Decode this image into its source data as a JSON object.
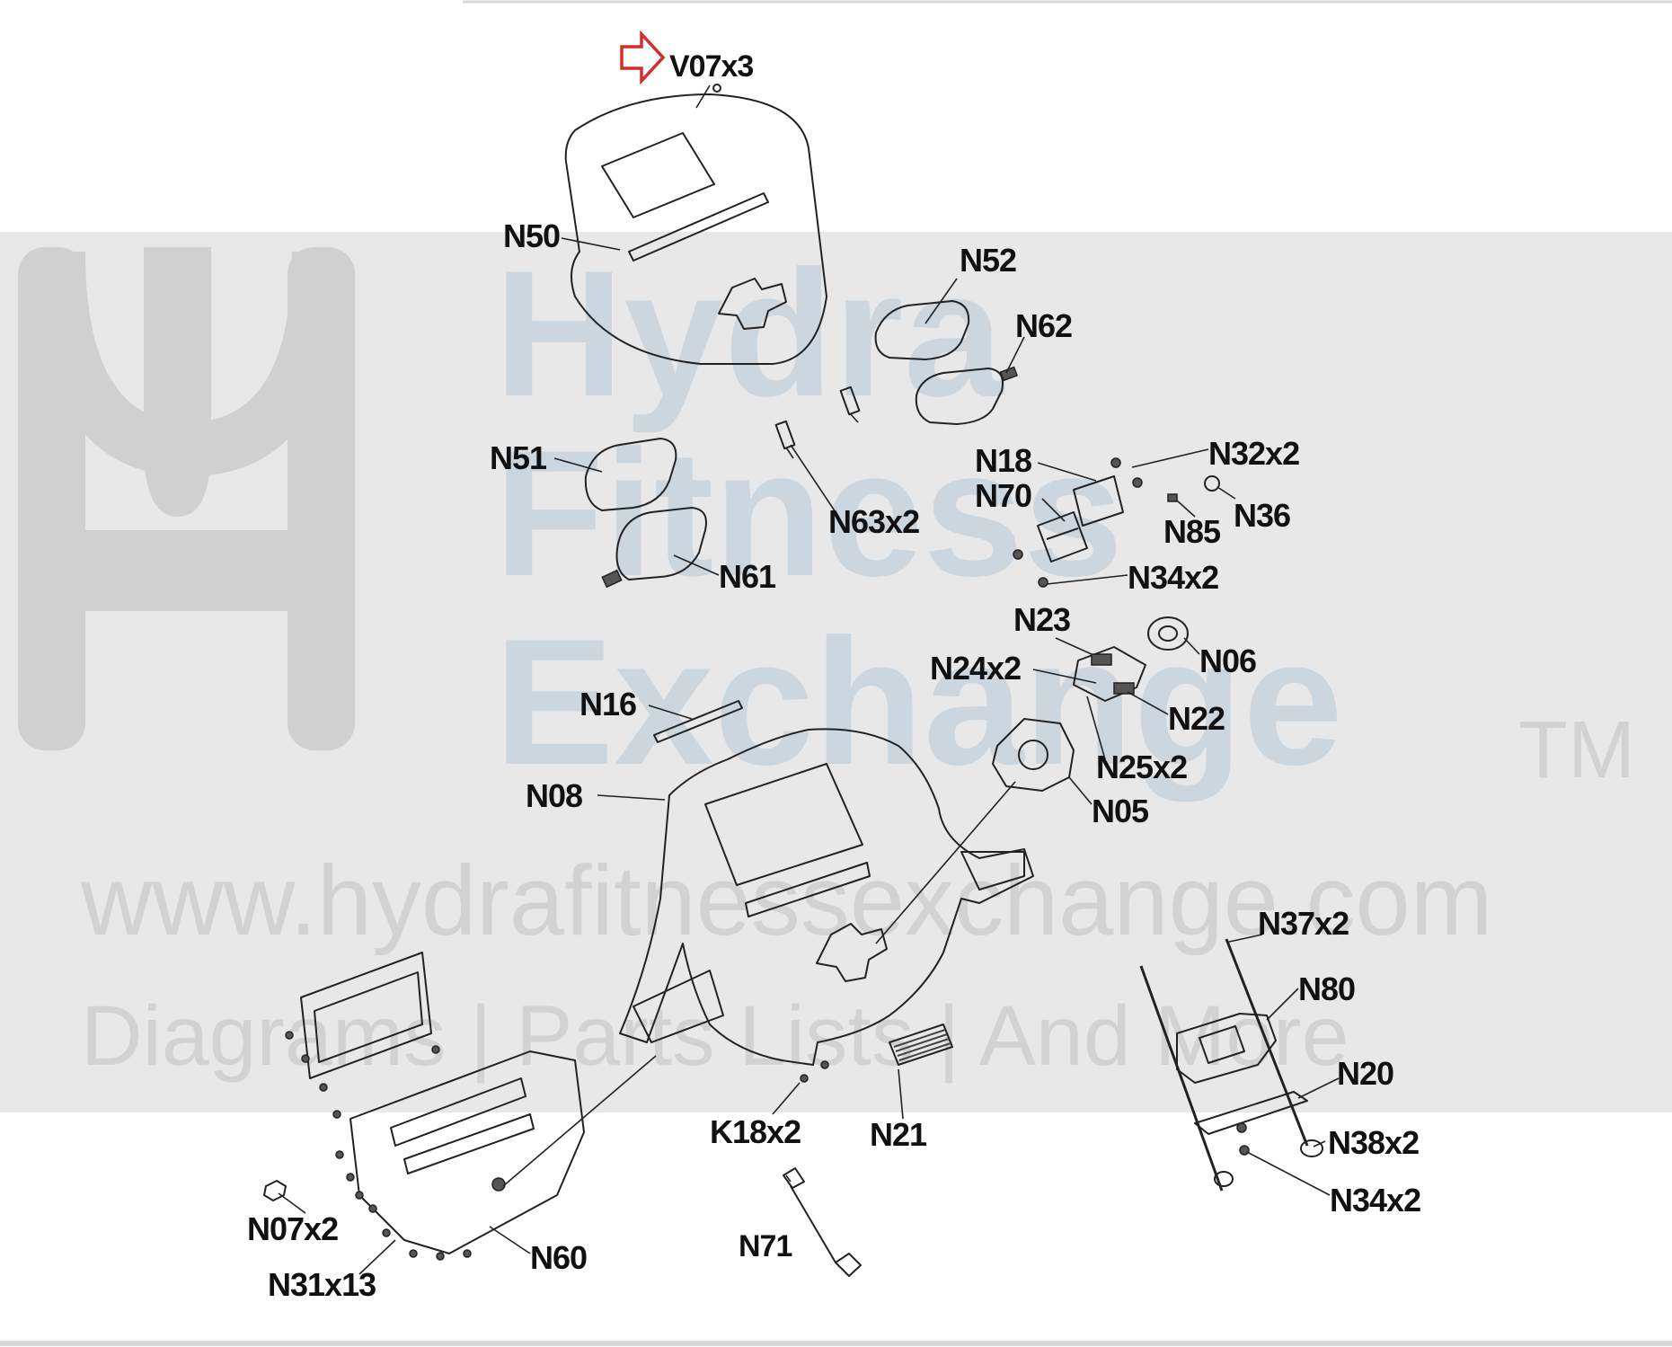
{
  "watermark": {
    "brand_line1": "Hydra",
    "brand_line2": "Fitness",
    "brand_line3": "Exchange",
    "trademark": "TM",
    "url": "www.hydrafitnessexchange.com",
    "tagline": "Diagrams | Parts Lists | And More",
    "band_color": "#e8e8e8",
    "text_color": "#cbd6df"
  },
  "callout_arrow_color": "#d32f2f",
  "labels": {
    "V07": "V07x3",
    "N50": "N50",
    "N52": "N52",
    "N62": "N62",
    "N51": "N51",
    "N63": "N63x2",
    "N18": "N18",
    "N32": "N32x2",
    "N70": "N70",
    "N36": "N36",
    "N85": "N85",
    "N61": "N61",
    "N34a": "N34x2",
    "N23": "N23",
    "N06": "N06",
    "N24": "N24x2",
    "N16": "N16",
    "N22": "N22",
    "N25": "N25x2",
    "N08": "N08",
    "N05": "N05",
    "N37": "N37x2",
    "N80": "N80",
    "N20": "N20",
    "K18": "K18x2",
    "N21": "N21",
    "N38": "N38x2",
    "N34b": "N34x2",
    "N07": "N07x2",
    "N71": "N71",
    "N60": "N60",
    "N31": "N31x13"
  }
}
